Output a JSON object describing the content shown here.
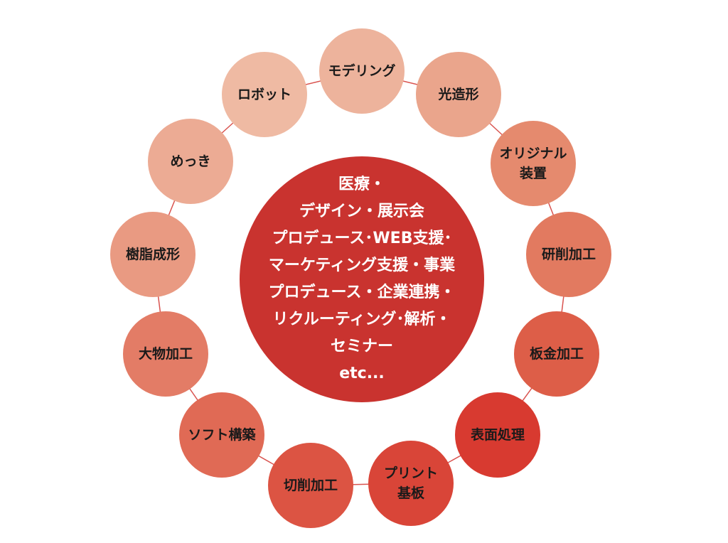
{
  "center": {
    "lines": [
      "医療・",
      "デザイン・展示会",
      "プロデュース･WEB支援･",
      "マーケティング支援・事業",
      "プロデュース・企業連携・",
      "リクルーティング･解析・",
      "セミナー",
      "etc..."
    ],
    "color": "#c9332f"
  },
  "line_color": "#d9534f",
  "nodes": [
    {
      "label": [
        "モデリング"
      ],
      "color": "#edb39c"
    },
    {
      "label": [
        "光造形"
      ],
      "color": "#eaa58c"
    },
    {
      "label": [
        "オリジナル",
        "装置"
      ],
      "color": "#e58a6e"
    },
    {
      "label": [
        "研削加工"
      ],
      "color": "#e27a60"
    },
    {
      "label": [
        "板金加工"
      ],
      "color": "#dd5e48"
    },
    {
      "label": [
        "表面処理"
      ],
      "color": "#d83a30"
    },
    {
      "label": [
        "プリント",
        "基板"
      ],
      "color": "#d94538"
    },
    {
      "label": [
        "切削加工"
      ],
      "color": "#dc5443"
    },
    {
      "label": [
        "ソフト構築"
      ],
      "color": "#e06a55"
    },
    {
      "label": [
        "大物加工"
      ],
      "color": "#e37c66"
    },
    {
      "label": [
        "樹脂成形"
      ],
      "color": "#e99a82"
    },
    {
      "label": [
        "めっき"
      ],
      "color": "#ecab94"
    },
    {
      "label": [
        "ロボット"
      ],
      "color": "#efbaa3"
    }
  ]
}
